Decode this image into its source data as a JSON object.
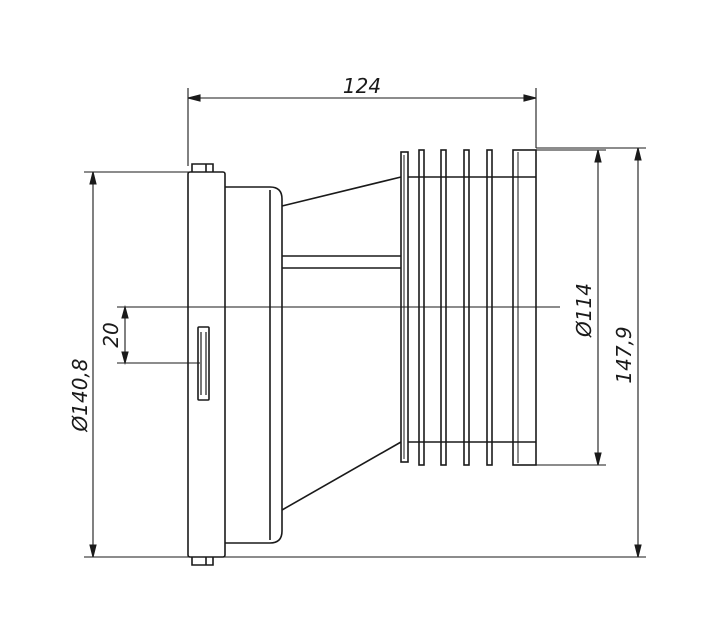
{
  "dimensions": {
    "overall_length": "124",
    "offset": "20",
    "inlet_diameter": "Ø140,8",
    "outlet_diameter": "Ø114",
    "outer_diameter": "147,9"
  },
  "colors": {
    "stroke": "#1a1a1a",
    "background": "#ffffff"
  }
}
